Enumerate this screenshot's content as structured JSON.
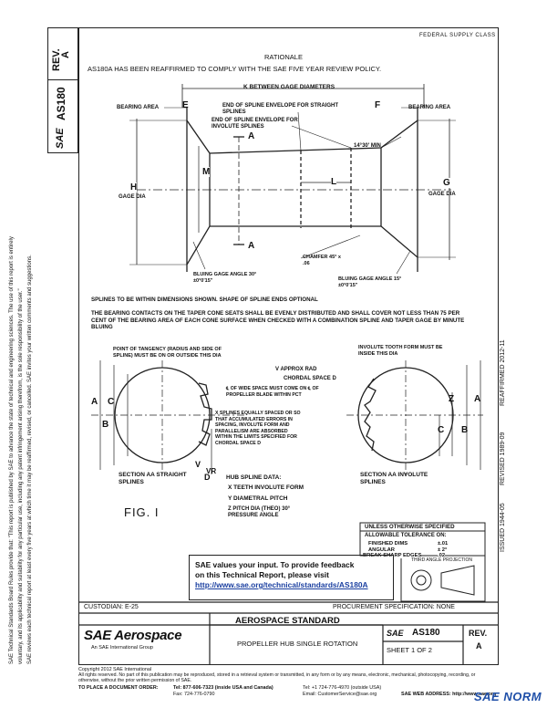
{
  "header": {
    "top_right_label": "FEDERAL SUPPLY CLASS",
    "rev_label": "REV.",
    "rev_value": "A",
    "doc_number": "AS180",
    "sae_logo": "SAE"
  },
  "side_notes": {
    "left_1": "SAE Technical Standards Board Rules provide that: \"This report is published by SAE to advance the state of technical and engineering sciences. The use of this report is entirely",
    "left_2": "voluntary, and its applicability and suitability for any particular use, including any patent infringement arising therefrom, is the sole responsibility of the user.\"",
    "left_3": "SAE reviews each technical report at least every five years at which time it may be reaffirmed, revised, or cancelled. SAE invites your written comments and suggestions.",
    "right_1": "REAFFIRMED 2012-11",
    "right_2": "REVISED 1989-09",
    "right_3": "ISSUED 1944-05"
  },
  "rationale": {
    "heading": "RATIONALE",
    "text": "AS180A HAS BEEN REAFFIRMED TO COMPLY WITH THE SAE FIVE YEAR REVIEW POLICY."
  },
  "drawing": {
    "k_label": "K BETWEEN GAGE DIAMETERS",
    "bearing_area_left": "BEARING AREA",
    "bearing_area_right": "BEARING AREA",
    "e": "E",
    "f": "F",
    "end_straight": "END OF SPLINE ENVELOPE FOR STRAIGHT SPLINES",
    "end_involute": "END OF SPLINE ENVELOPE FOR INVOLUTE SPLINES",
    "angle": "14°30' MIN",
    "a_top": "A",
    "a_bottom": "A",
    "m": "M",
    "l": "L",
    "h": "H",
    "h_sub": "GAGE DIA",
    "g": "G",
    "g_sub": "GAGE DIA",
    "chamfer": "CHAMFER 45° x .06",
    "bluing_left": "BLUING GAGE ANGLE 30° ±0°0'15\"",
    "bluing_right": "BLUING GAGE ANGLE 15° ±0°0'15\"",
    "note1": "SPLINES TO BE WITHIN DIMENSIONS SHOWN. SHAPE OF SPLINE ENDS OPTIONAL",
    "note2": "THE BEARING CONTACTS ON THE TAPER CONE SEATS SHALL BE EVENLY DISTRIBUTED AND SHALL COVER NOT LESS THAN 75 PER CENT OF THE BEARING AREA OF EACH CONE SURFACE WHEN CHECKED WITH A COMBINATION SPLINE AND TAPER GAGE BY MINUTE BLUING",
    "tangency": "POINT OF TANGENCY (RADIUS AND SIDE OF SPLINE) MUST BE ON OR OUTSIDE THIS DIA",
    "involute_tooth": "INVOLUTE TOOTH FORM MUST BE INSIDE THIS DIA",
    "v_approx": "V APPROX RAD",
    "chordal": "CHORDAL SPACE D",
    "wide_space": "℄ OF WIDE SPACE MUST COME ON ℄ OF PROPELLER BLADE WITHIN PCT",
    "x_splines": "X SPLINES EQUALLY SPACED OR SO THAT ACCUMULATED ERRORS IN SPACING, INVOLUTE FORM AND PARALLELISM ARE ABSORBED WITHIN THE LIMITS SPECIFIED FOR CHORDAL SPACE D",
    "hub_data": "HUB SPLINE DATA:",
    "hub_x": "X TEETH INVOLUTE FORM",
    "hub_y": "Y DIAMETRAL PITCH",
    "hub_z": "Z PITCH DIA (THEO) 30° PRESSURE ANGLE",
    "section_straight": "SECTION AA STRAIGHT SPLINES",
    "section_involute": "SECTION AA INVOLUTE SPLINES",
    "fig": "FIG. I",
    "lbl_A": "A",
    "lbl_B": "B",
    "lbl_C": "C",
    "lbl_D": "D",
    "lbl_Z": "Z",
    "lbl_V": "V",
    "lbl_VR": "VR"
  },
  "tolerance": {
    "title": "UNLESS OTHERWISE SPECIFIED",
    "sub": "ALLOWABLE TOLERANCE ON:",
    "r1_label": "FINISHED DIMS",
    "r1_val": "±.01",
    "r2_label": "ANGULAR",
    "r2_val": "± 2°",
    "r3_label": "BREAK SHARP EDGES",
    "r3_val": ".02"
  },
  "projection_label": "THIRD ANGLE PROJECTION",
  "feedback": {
    "line1": "SAE values your input. To provide feedback",
    "line2": "on this Technical Report, please visit",
    "link": "http://www.sae.org/technical/standards/AS180A"
  },
  "title_block": {
    "custodian": "CUSTODIAN: E-25",
    "procurement": "PROCUREMENT SPECIFICATION: NONE",
    "logo_main": "SAE Aerospace",
    "logo_sub": "An SAE International Group",
    "standard": "AEROSPACE STANDARD",
    "title": "PROPELLER HUB SINGLE ROTATION",
    "sae_small": "SAE",
    "doc": "AS180",
    "sheet": "SHEET 1 OF 2",
    "rev_label": "REV.",
    "rev_value": "A"
  },
  "footer": {
    "copyright": "Copyright 2012 SAE International",
    "rights": "All rights reserved. No part of this publication may be reproduced, stored in a retrieval system or transmitted, in any form or by any means, electronic, mechanical, photocopying, recording, or otherwise, without the prior written permission of SAE.",
    "order": "TO PLACE A DOCUMENT ORDER:",
    "tel1": "Tel: 877-606-7323 (inside USA and Canada)",
    "tel2": "Tel: +1 724-776-4970 (outside USA)",
    "fax": "Fax: 724-776-0790",
    "email": "Email: CustomerService@sae.org",
    "web": "SAE WEB ADDRESS: http://www.sae.org",
    "watermark": "SAE NORM"
  }
}
